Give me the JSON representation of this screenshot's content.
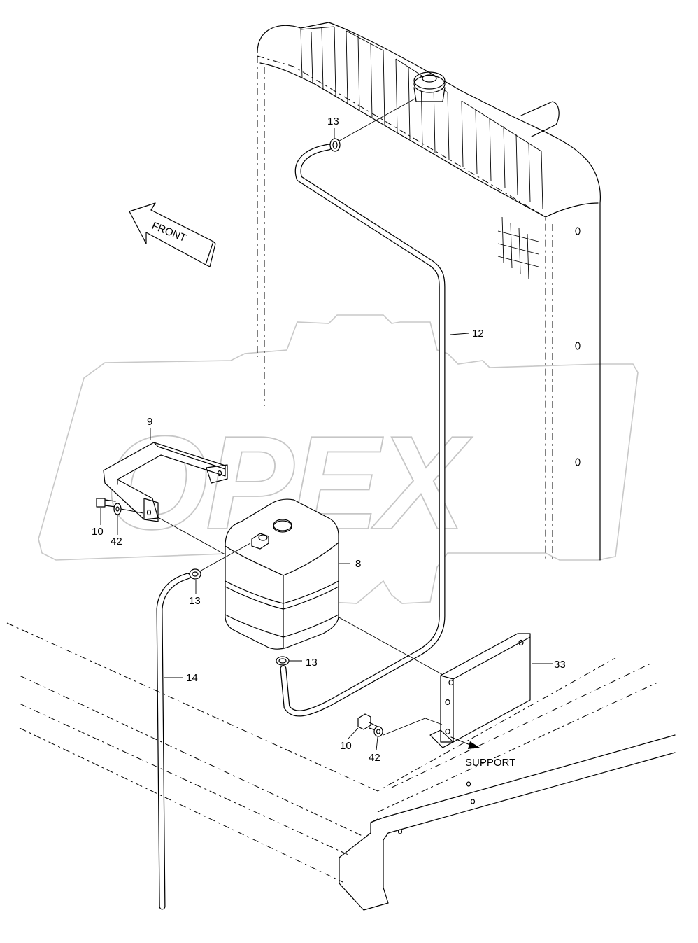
{
  "diagram": {
    "watermark": "OPEX",
    "direction_arrow_label": "FRONT",
    "callouts": {
      "p9": "9",
      "p10a": "10",
      "p42a": "42",
      "p8": "8",
      "p13_top": "13",
      "p13_mid": "13",
      "p13_low": "13",
      "p12": "12",
      "p14": "14",
      "p33": "33",
      "p10b": "10",
      "p42b": "42"
    },
    "support_label": "SUPPORT"
  }
}
